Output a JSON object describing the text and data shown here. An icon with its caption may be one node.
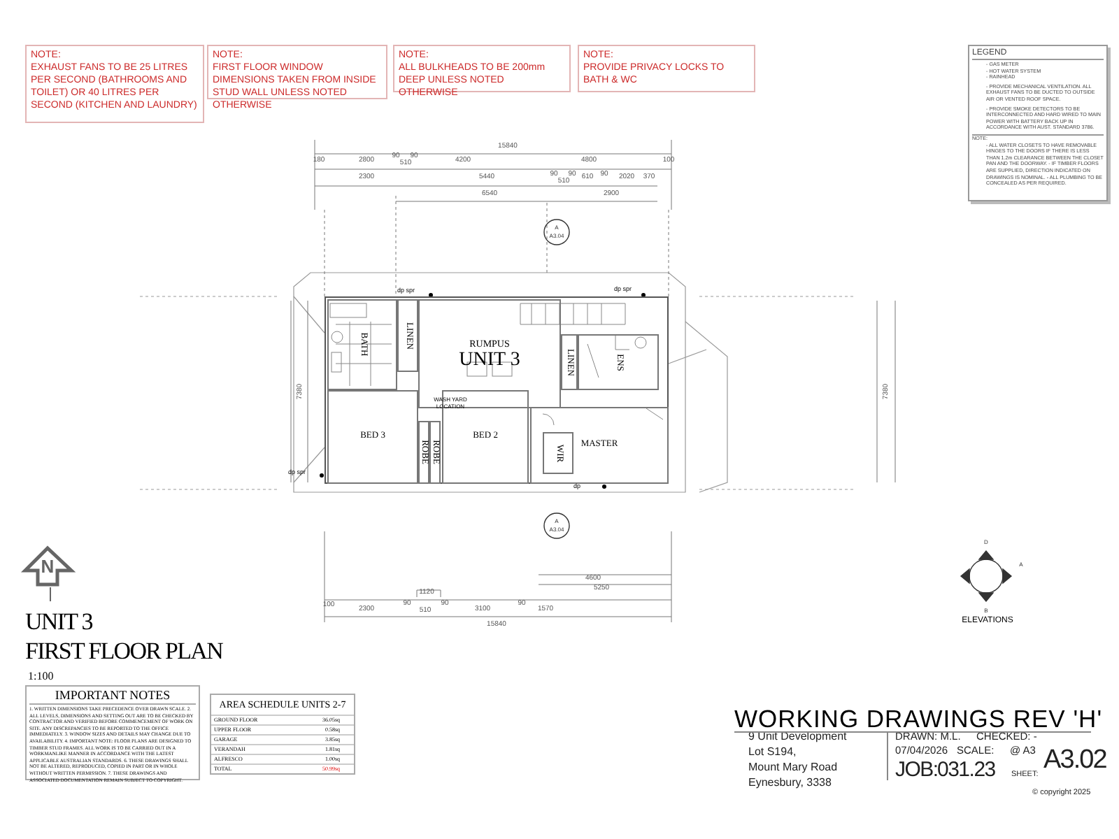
{
  "diagram": {
    "title": "FIRST FLOOR PLAN",
    "nodes": [
      {
        "text": [
          "NOTE:",
          "EXHAUST FANS TO BE 25 LITRES PER SECOND (BATHROOMS AND TOILET) OR 40 LITRES PER SECOND (KITCHEN AND LAUNDRY)"
        ]
      },
      {
        "text": [
          "NOTE:",
          "FIRST FLOOR WINDOW DIMENSIONS TAKEN FROM INSIDE STUD WALL UNLESS NOTED OTHERWISE"
        ]
      },
      {
        "text": [
          "NOTE:",
          "ALL BULKHEADS TO BE 200mm DEEP UNLESS NOTED OTHERWISE"
        ]
      },
      {
        "text": [
          "NOTE:",
          "PROVIDE PRIVACY LOCKS TO BATH & WC"
        ]
      },
      {
        "text": [
          "LEGEND",
          "- GAS METER",
          "- HOT WATER SYSTEM",
          "- RAINHEAD",
          "- PROVIDE MECHANICAL VENTILATION. ALL EXHAUST FANS TO BE DUCTED TO OUTSIDE AIR OR VENTED ROOF SPACE.",
          "- PROVIDE SMOKE DETECTORS TO BE INTERCONNECTED AND HARD WIRED TO MAIN POWER WITH BATTERY BACK UP IN ACCORDANCE WITH AUST. STANDARD 3786.",
          "NOTE:",
          "- ALL WATER CLOSETS TO HAVE REMOVABLE HINGES TO THE DOORS IF THERE IS LESS THAN 1.2m CLEARANCE BETWEEN THE CLOSET PAN AND THE DOORWAY. - IF TIMBER FLOORS ARE SUPPLIED, DIRECTION INDICATED ON DRAWINGS IS NOMINAL. - ALL PLUMBING TO BE CONCEALED AS PER REQUIRED."
        ]
      },
      {
        "text": [],
        "shape": "box"
      },
      {
        "text": [
          "BATH"
        ],
        "in": 5
      },
      {
        "text": [
          "LINEN"
        ],
        "in": 5
      },
      {
        "text": [
          "RUMPUS",
          "UNIT 3"
        ],
        "in": 5
      },
      {
        "text": [
          "LINEN"
        ],
        "in": 5
      },
      {
        "text": [
          "ENS"
        ],
        "in": 5
      },
      {
        "text": [
          "BED 3"
        ],
        "in": 5
      },
      {
        "text": [
          "ROBE"
        ],
        "in": 5
      },
      {
        "text": [
          "ROBE"
        ],
        "in": 5
      },
      {
        "text": [
          "BED 2"
        ],
        "in": 5
      },
      {
        "text": [
          "MASTER"
        ],
        "in": 5
      },
      {
        "text": [
          "WIR"
        ],
        "in": 15
      },
      {
        "text": [
          "IMPORTANT NOTES",
          "1. WRITTEN DIMENSIONS TAKE PRECEDENCE OVER DRAWN SCALE. 2. ALL LEVELS, DIMENSIONS AND SETTING OUT ARE TO BE CHECKED BY CONTRACTOR AND VERIFIED BEFORE COMMENCEMENT OF WORK ON SITE. ANY DISCREPANCIES TO BE REPORTED TO THE OFFICE IMMEDIATELY. 3. WINDOW SIZES AND DETAILS MAY CHANGE DUE TO AVAILABILITY. 4. IMPORTANT NOTE: FLOOR PLANS ARE DESIGNED TO TIMBER STUD FRAMES. ALL WORK IS TO BE CARRIED OUT IN A WORKMANLIKE MANNER IN ACCORDANCE WITH THE LATEST APPLICABLE AUSTRALIAN STANDARDS. 6. THESE DRAWINGS SHALL NOT BE ALTERED, REPRODUCED, COPIED IN PART OR IN WHOLE WITHOUT WRITTEN PERMISSION. 7. THESE DRAWINGS AND ASSOCIATED DOCUMENTATION REMAIN SUBJECT TO COPYRIGHT."
        ]
      },
      {
        "text": [
          "AREA SCHEDULE UNITS 2-7"
        ]
      }
    ],
    "labels": [
      "15840",
      "180",
      "2800",
      "90",
      "510",
      "90",
      "4200",
      "4800",
      "100",
      "2300",
      "5440",
      "90",
      "510",
      "90",
      "610",
      "90",
      "2020",
      "370",
      "6540",
      "2900",
      "4600",
      "1120",
      "5250",
      "100",
      "2300",
      "90",
      "510",
      "90",
      "3100",
      "90",
      "1570",
      "15840",
      "7380",
      "7380",
      "A",
      "A3.04",
      "A",
      "A3.04",
      "D",
      "ELEVATIONS",
      "A",
      "B",
      "N",
      "1:100",
      "GROUND FLOOR",
      "36.05sq",
      "UPPER FLOOR",
      "0.58sq",
      "GARAGE",
      "3.85sq",
      "VERANDAH",
      "1.81sq",
      "ALFRESCO",
      "1.00sq",
      "TOTAL",
      "50.99sq",
      "9 Unit Development",
      "Lot S194,",
      "Mount Mary Road",
      "Eynesbury, 3338",
      "DRAWN: M.L.",
      "CHECKED: -",
      "07/04/2026",
      "SCALE:",
      "@ A3",
      "JOB:",
      "031.23",
      "SHEET:",
      "A3.02",
      "© copyright 2025",
      "dp spr",
      "dp spr",
      "dp spr",
      "dp",
      "WASH YARD LOCATION",
      "WORKING DRAWINGS REV 'H'",
      "UNIT 3"
    ]
  }
}
